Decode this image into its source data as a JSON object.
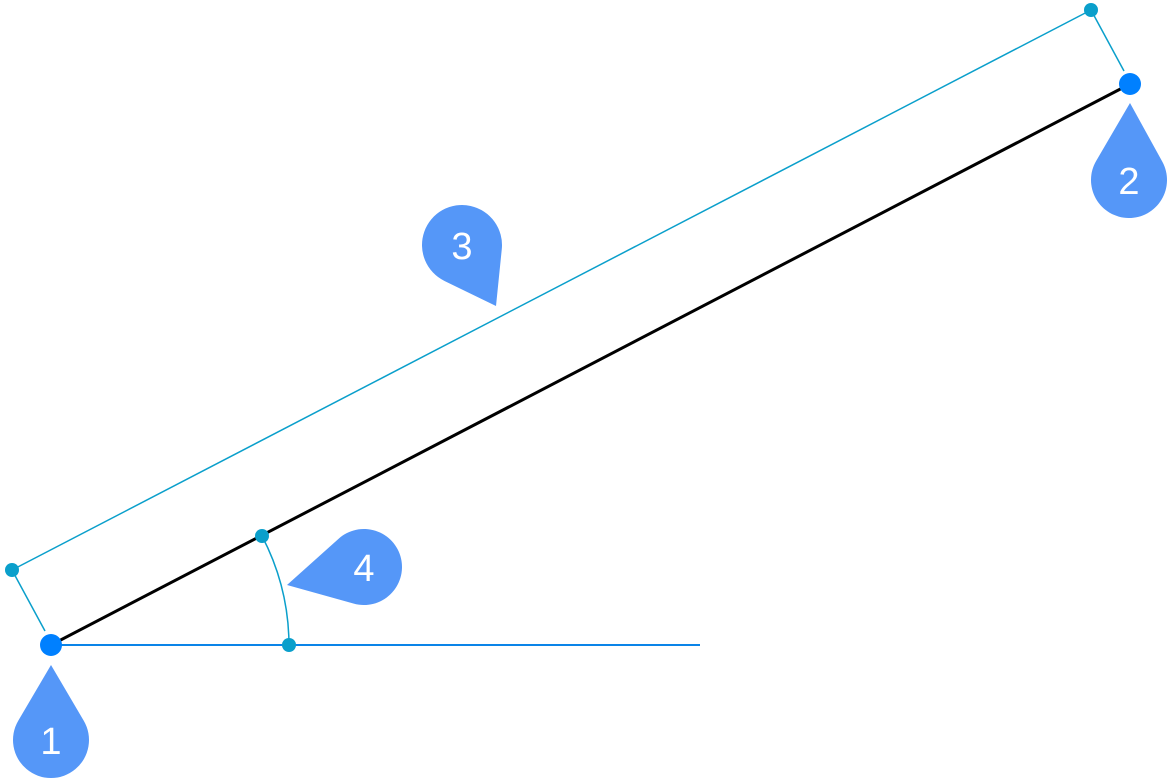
{
  "colors": {
    "line": "#000000",
    "dimension": "#0A9FCB",
    "grip": "#0080FF",
    "callout": "#5597F8",
    "baseline": "#0A84E8"
  },
  "callouts": [
    {
      "id": "start-point",
      "label": "1"
    },
    {
      "id": "end-point",
      "label": "2"
    },
    {
      "id": "length-dimension",
      "label": "3"
    },
    {
      "id": "angle-dimension",
      "label": "4"
    }
  ]
}
